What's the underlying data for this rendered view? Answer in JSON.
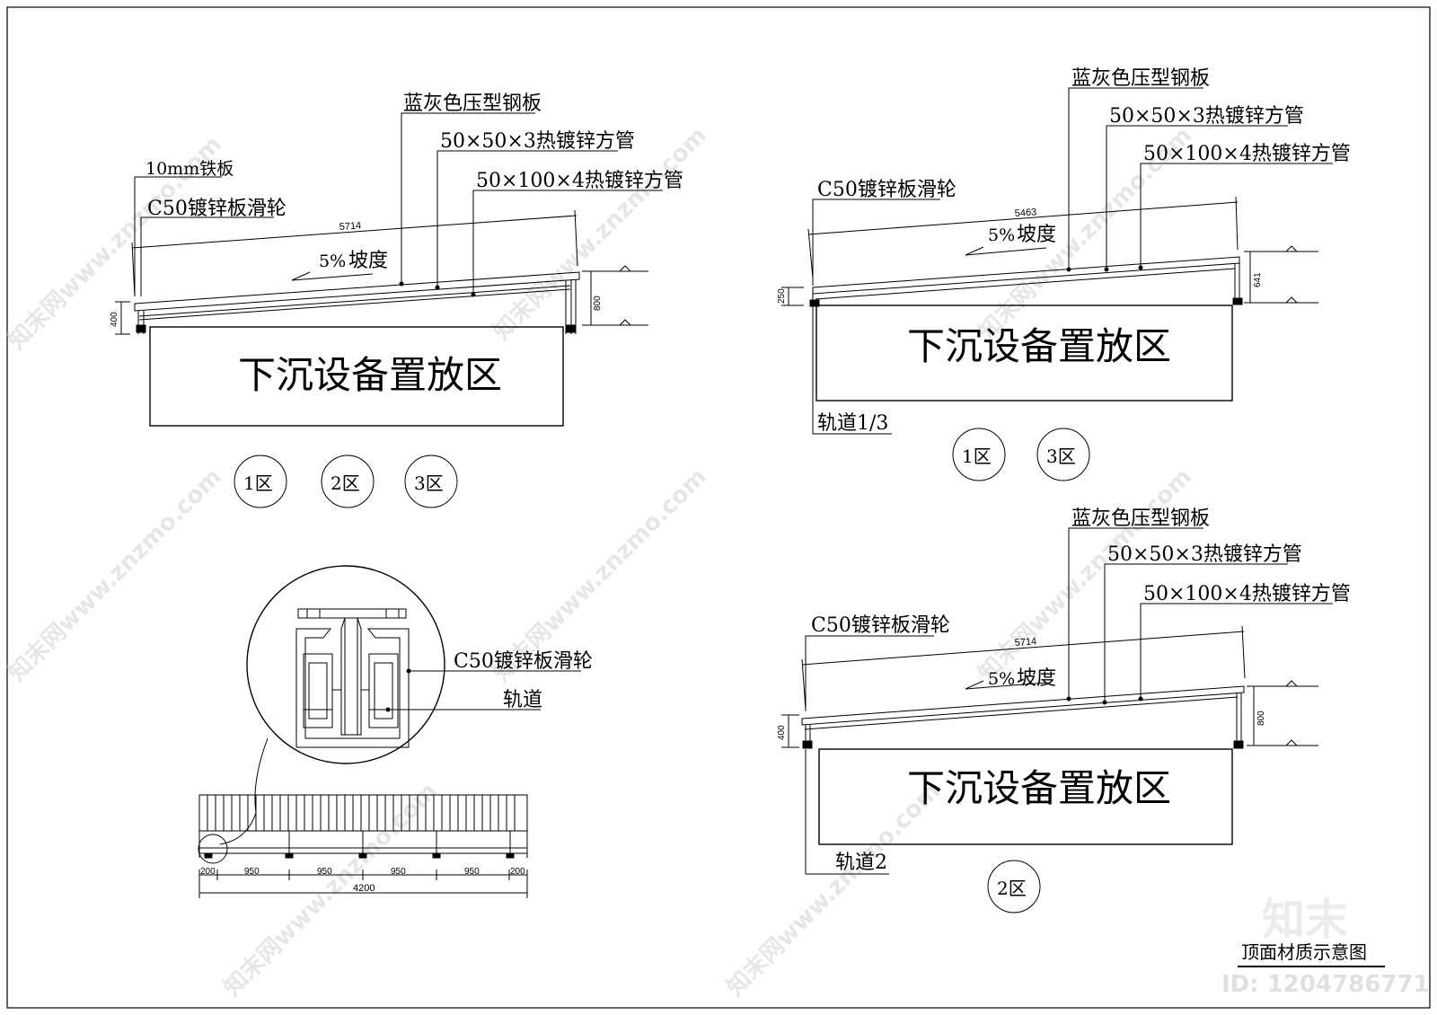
{
  "drawing": {
    "title": "顶面材质示意图",
    "id_label": "ID: 1204786771",
    "logo_text": "知末"
  },
  "watermark": {
    "text": "知末网www.znzmo.com"
  },
  "section_a": {
    "labels": {
      "plate": "10mm铁板",
      "pulley": "C50镀锌板滑轮",
      "steel_sheet": "蓝灰色压型钢板",
      "tube_small": "50×50×3热镀锌方管",
      "tube_large": "50×100×4热镀锌方管"
    },
    "length": "5714",
    "slope_pct": "5%",
    "slope_word": "坡度",
    "h_left": "400",
    "h_right": "800",
    "pit": "下沉设备置放区",
    "zones": [
      "1区",
      "2区",
      "3区"
    ]
  },
  "section_b": {
    "labels": {
      "pulley": "C50镀锌板滑轮",
      "steel_sheet": "蓝灰色压型钢板",
      "tube_small": "50×50×3热镀锌方管",
      "tube_large": "50×100×4热镀锌方管",
      "rail": "轨道1/3"
    },
    "length": "5463",
    "slope_pct": "5%",
    "slope_word": "坡度",
    "h_left": "250",
    "h_right": "641",
    "pit": "下沉设备置放区",
    "zones": [
      "1区",
      "3区"
    ]
  },
  "section_c": {
    "labels": {
      "pulley": "C50镀锌板滑轮",
      "steel_sheet": "蓝灰色压型钢板",
      "tube_small": "50×50×3热镀锌方管",
      "tube_large": "50×100×4热镀锌方管",
      "rail": "轨道2"
    },
    "length": "5714",
    "slope_pct": "5%",
    "slope_word": "坡度",
    "h_left": "400",
    "h_right": "800",
    "pit": "下沉设备置放区",
    "zones": [
      "2区"
    ]
  },
  "detail": {
    "pulley": "C50镀锌板滑轮",
    "rail": "轨道",
    "dims": [
      "200",
      "950",
      "950",
      "950",
      "950",
      "200"
    ],
    "total": "4200"
  }
}
